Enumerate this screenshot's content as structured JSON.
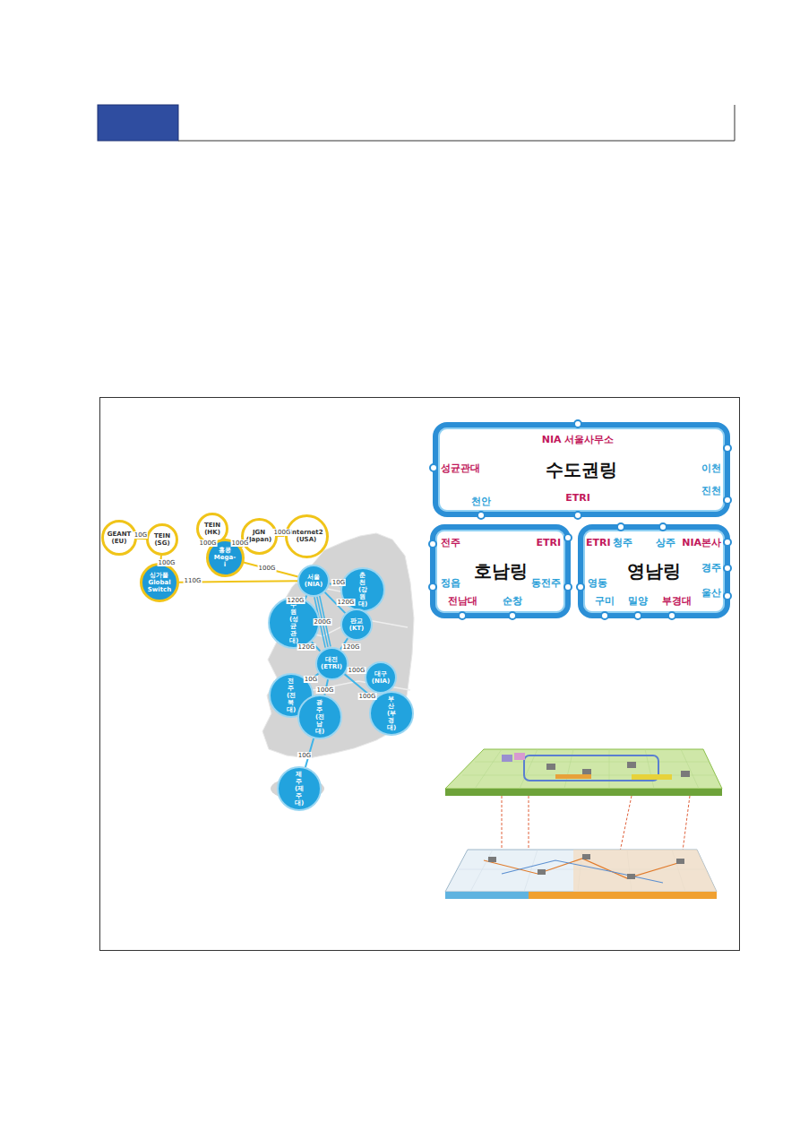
{
  "diagram": {
    "nodes": [
      {
        "text": [
          "GEANT (EU)"
        ]
      },
      {
        "text": [
          "TEIN (SG)"
        ]
      },
      {
        "text": [
          "TEIN (HK)"
        ]
      },
      {
        "text": [
          "JGN (Japan)"
        ]
      },
      {
        "text": [
          "Internet2 (USA)"
        ]
      },
      {
        "text": [
          "홍콩 Mega-i"
        ]
      },
      {
        "text": [
          "싱가폴 Global Switch"
        ]
      },
      {
        "text": [
          "서울 (NIA)"
        ]
      },
      {
        "text": [
          "춘천 (강원대)"
        ]
      },
      {
        "text": [
          "수원 (성균관대)"
        ]
      },
      {
        "text": [
          "판교 (KT)"
        ]
      },
      {
        "text": [
          "대전 (ETRI)"
        ]
      },
      {
        "text": [
          "대구 (NIA)"
        ]
      },
      {
        "text": [
          "전주 (전북대)"
        ]
      },
      {
        "text": [
          "광주 (전남대)"
        ]
      },
      {
        "text": [
          "부산 (부경대)"
        ]
      },
      {
        "text": [
          "제주 (제주대)"
        ]
      },
      {
        "text": [
          "수도권링"
        ]
      },
      {
        "text": [
          "호남링"
        ]
      },
      {
        "text": [
          "영남링"
        ]
      }
    ],
    "edges": [
      {
        "from": 0,
        "to": 1,
        "arrow": "none",
        "label": "10G"
      },
      {
        "from": 1,
        "to": 6,
        "arrow": "none",
        "label": "100G"
      },
      {
        "from": 2,
        "to": 5,
        "arrow": "none",
        "label": "100G"
      },
      {
        "from": 3,
        "to": 5,
        "arrow": "none",
        "label": "100G"
      },
      {
        "from": 3,
        "to": 4,
        "arrow": "none",
        "label": "100G"
      },
      {
        "from": 5,
        "to": 7,
        "arrow": "none",
        "label": "100G"
      },
      {
        "from": 6,
        "to": 7,
        "arrow": "none",
        "label": "110G"
      },
      {
        "from": 7,
        "to": 8,
        "arrow": "none",
        "label": "10G"
      },
      {
        "from": 7,
        "to": 9,
        "arrow": "none",
        "label": "120G"
      },
      {
        "from": 7,
        "to": 10,
        "arrow": "none",
        "label": "120G"
      },
      {
        "from": 7,
        "to": 11,
        "arrow": "none",
        "label": "200G"
      },
      {
        "from": 9,
        "to": 11,
        "arrow": "none",
        "label": "120G"
      },
      {
        "from": 10,
        "to": 11,
        "arrow": "none",
        "label": "120G"
      },
      {
        "from": 11,
        "to": 12,
        "arrow": "none",
        "label": "100G"
      },
      {
        "from": 11,
        "to": 15,
        "arrow": "none",
        "label": "100G"
      },
      {
        "from": 11,
        "to": 13,
        "arrow": "none",
        "label": "10G"
      },
      {
        "from": 11,
        "to": 14,
        "arrow": "none",
        "label": "100G"
      },
      {
        "from": 14,
        "to": 16,
        "arrow": "none",
        "label": "10G"
      }
    ],
    "labels": [
      "NIA 서울사무소",
      "성균관대",
      "이천",
      "진천",
      "천안",
      "ETRI",
      "전주",
      "ETRI",
      "정읍",
      "동전주",
      "전남대",
      "순창",
      "ETRI",
      "청주",
      "상주",
      "NIA본사",
      "경주",
      "영동",
      "울산",
      "구미",
      "밀양",
      "부경대"
    ]
  }
}
